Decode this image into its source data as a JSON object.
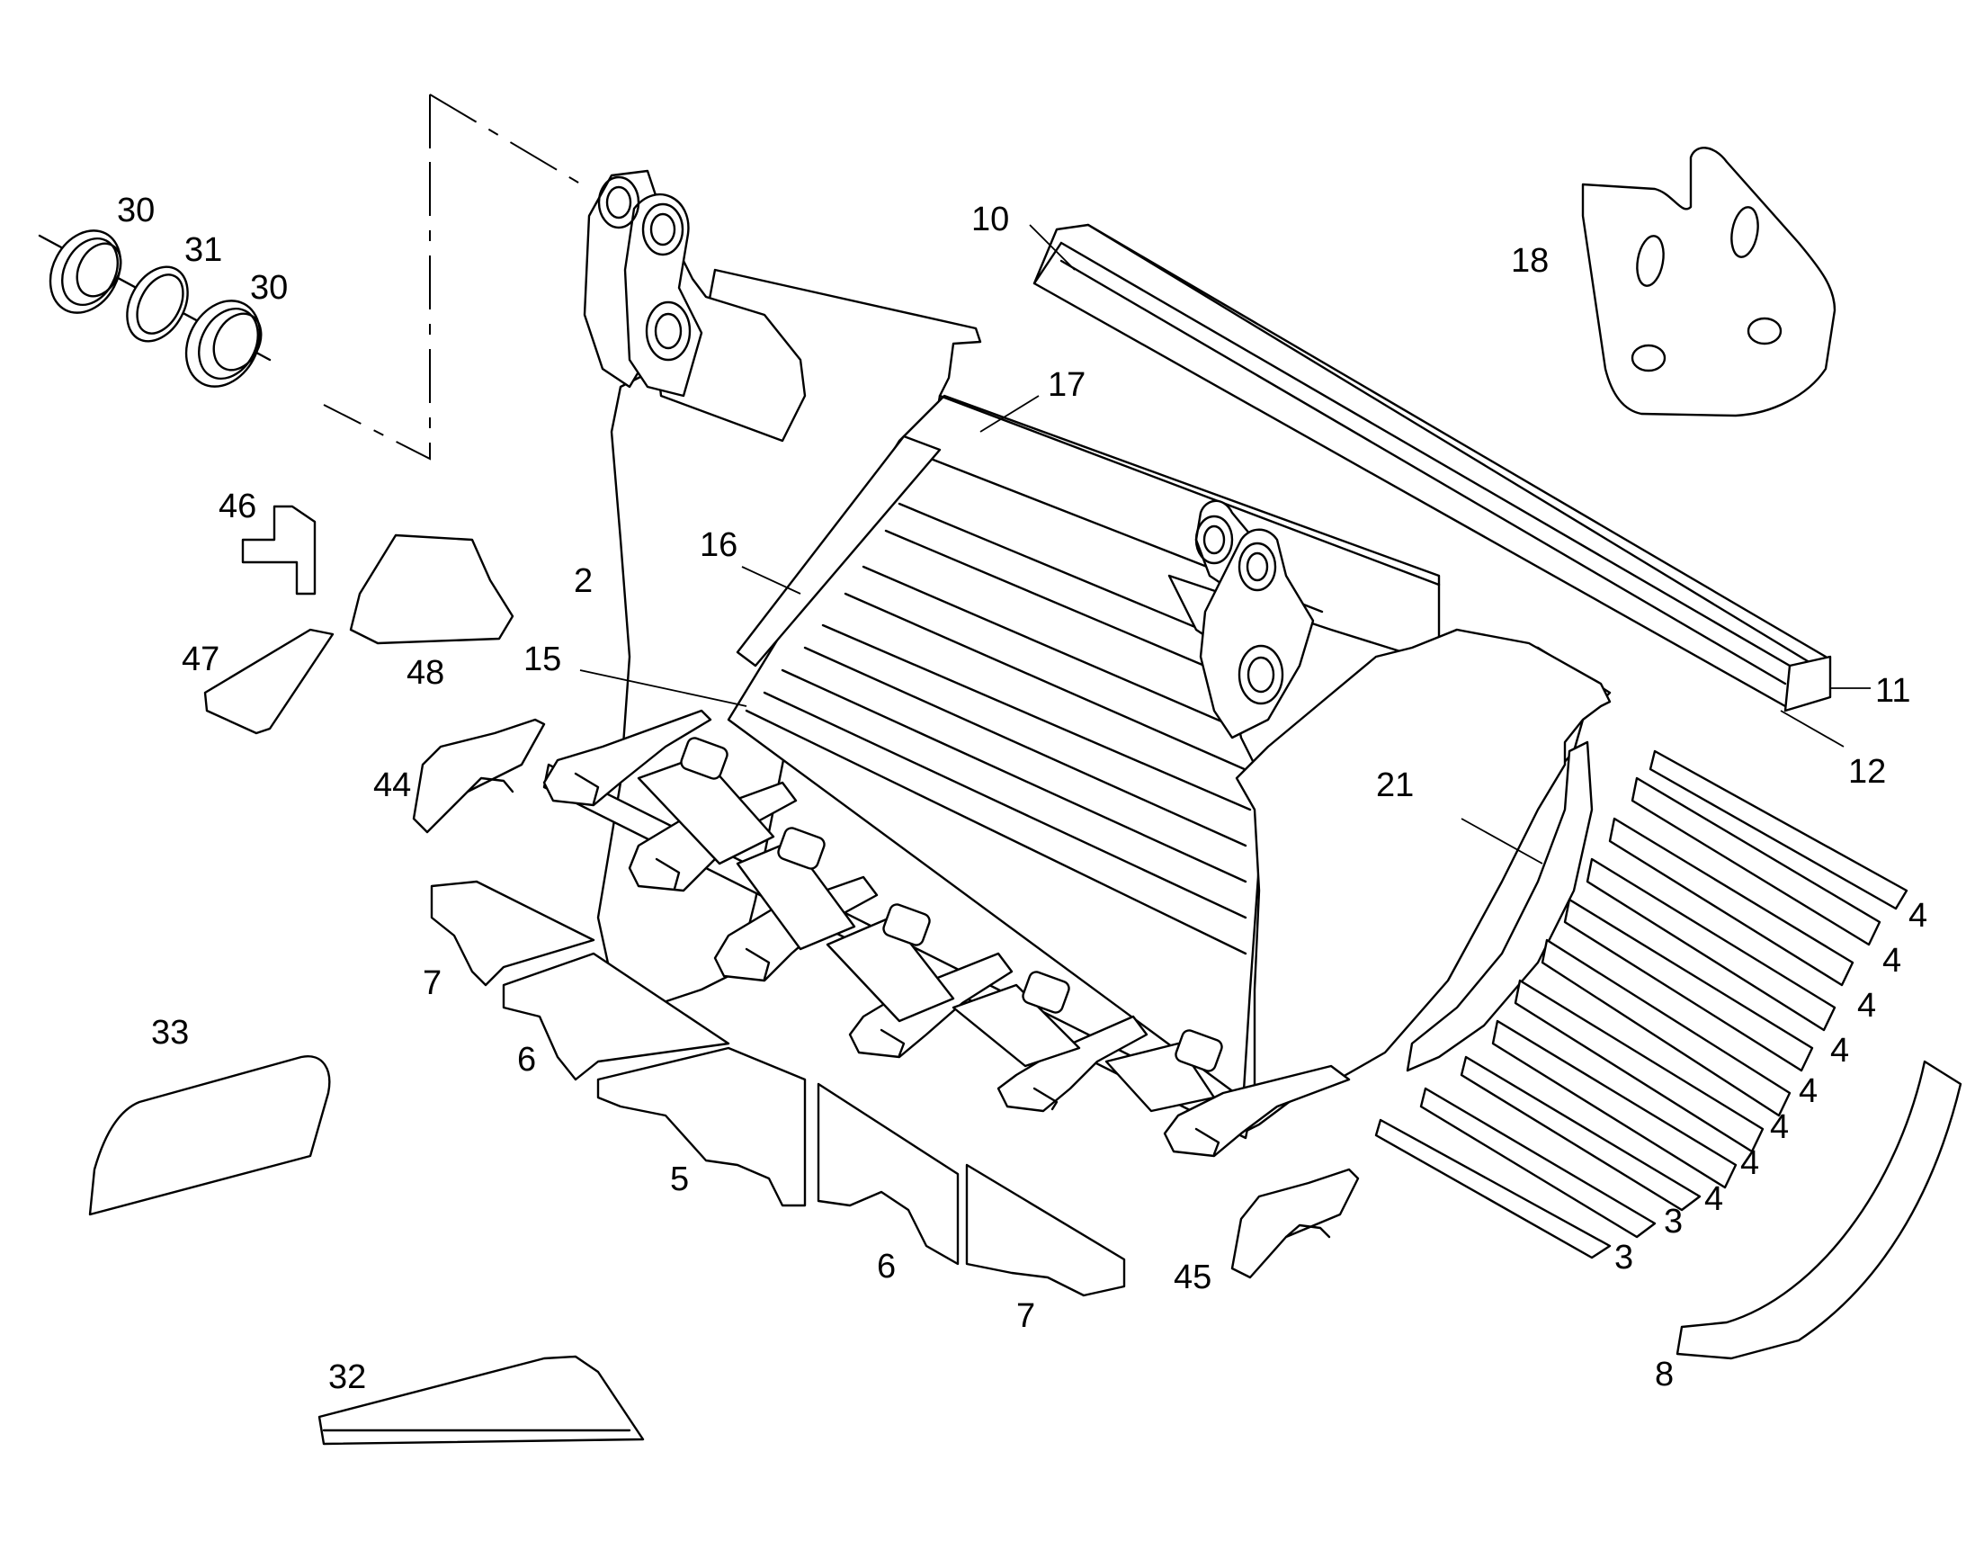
{
  "callouts": {
    "c30a": "30",
    "c31": "31",
    "c30b": "30",
    "c2": "2",
    "c10": "10",
    "c17": "17",
    "c18": "18",
    "c16": "16",
    "c46": "46",
    "c47": "47",
    "c48": "48",
    "c15": "15",
    "c11": "11",
    "c12": "12",
    "c44": "44",
    "c21": "21",
    "c4a": "4",
    "c4b": "4",
    "c4c": "4",
    "c4d": "4",
    "c4e": "4",
    "c4f": "4",
    "c4g": "4",
    "c4h": "4",
    "c7a": "7",
    "c6a": "6",
    "c33": "33",
    "c5": "5",
    "c3a": "3",
    "c3b": "3",
    "c6b": "6",
    "c45": "45",
    "c7b": "7",
    "c8": "8",
    "c32": "32"
  }
}
